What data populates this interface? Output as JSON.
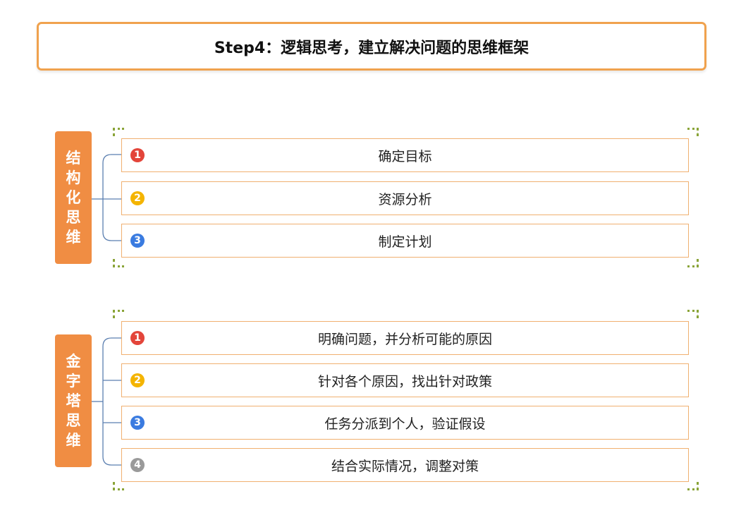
{
  "title": "Step4：逻辑思考，建立解决问题的思维框架",
  "colors": {
    "orange": "#f08d43",
    "border": "#f0b070",
    "dotted": "#8aa438",
    "line": "#5b7fb0",
    "red": "#e3453a",
    "yellow": "#f4b400",
    "blue": "#3a7be0",
    "gray": "#9a9a9a"
  },
  "groups": [
    {
      "label": [
        "结",
        "构",
        "化",
        "思",
        "维"
      ],
      "items": [
        {
          "num": "1",
          "text": "确定目标",
          "color": "red"
        },
        {
          "num": "2",
          "text": "资源分析",
          "color": "yellow"
        },
        {
          "num": "3",
          "text": "制定计划",
          "color": "blue"
        }
      ]
    },
    {
      "label": [
        "金",
        "字",
        "塔",
        "思",
        "维"
      ],
      "items": [
        {
          "num": "1",
          "text": "明确问题，并分析可能的原因",
          "color": "red"
        },
        {
          "num": "2",
          "text": "针对各个原因，找出针对政策",
          "color": "yellow"
        },
        {
          "num": "3",
          "text": "任务分派到个人，验证假设",
          "color": "blue"
        },
        {
          "num": "4",
          "text": "结合实际情况，调整对策",
          "color": "gray"
        }
      ]
    }
  ]
}
